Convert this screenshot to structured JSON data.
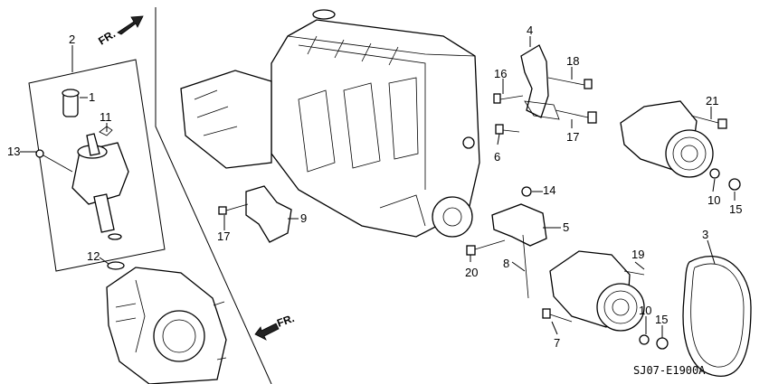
{
  "diagram": {
    "code": "SJ07-E1900A",
    "front_label": "FR.",
    "callouts": [
      "1",
      "2",
      "3",
      "4",
      "5",
      "6",
      "7",
      "8",
      "9",
      "10",
      "10",
      "11",
      "12",
      "13",
      "14",
      "15",
      "15",
      "16",
      "17",
      "17",
      "17",
      "18",
      "19",
      "20",
      "21"
    ]
  }
}
